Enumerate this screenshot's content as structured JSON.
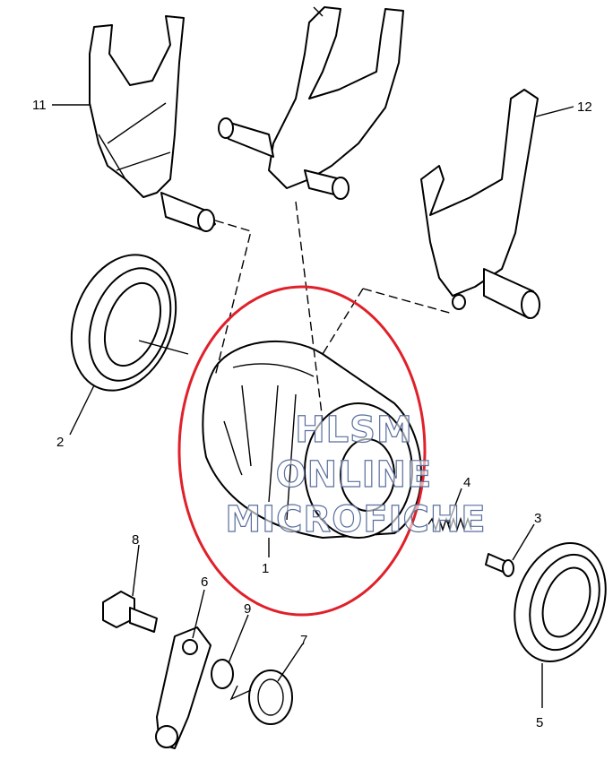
{
  "labels": {
    "l11": "11",
    "l12": "12",
    "l2": "2",
    "l1": "1",
    "l3": "3",
    "l4": "4",
    "l5": "5",
    "l6": "6",
    "l7": "7",
    "l8": "8",
    "l9": "9"
  },
  "watermark": {
    "line1": "HLSM",
    "line2": "ONLINE",
    "line3": "MICROFICHE"
  },
  "colors": {
    "highlight": "#e0202a",
    "watermark_stroke": "#5a6f9e"
  }
}
